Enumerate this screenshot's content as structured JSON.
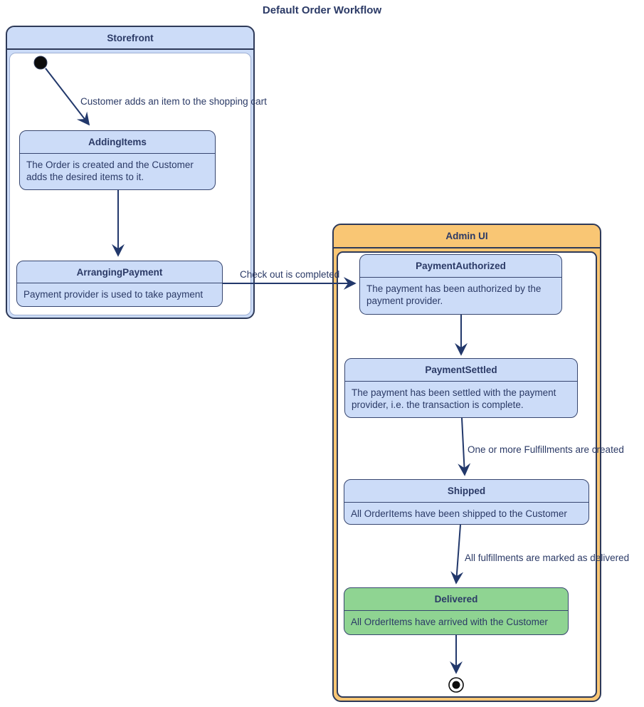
{
  "title": "Default Order Workflow",
  "colors": {
    "navy_text": "#2b3a66",
    "container_border": "#2e3a59",
    "state_border": "#37466f",
    "state_fill_blue": "#ccdcf8",
    "container_fill_blue": "#ccdcf8",
    "container_fill_orange": "#f9c674",
    "state_fill_green": "#8fd492",
    "arrow": "#22386b",
    "background": "#ffffff"
  },
  "containers": {
    "storefront": {
      "label": "Storefront"
    },
    "admin_ui": {
      "label": "Admin UI"
    }
  },
  "states": {
    "adding_items": {
      "name": "AddingItems",
      "description": "The Order is created and the Customer adds the desired items to it."
    },
    "arranging_payment": {
      "name": "ArrangingPayment",
      "description": "Payment provider is used to take payment"
    },
    "payment_authorized": {
      "name": "PaymentAuthorized",
      "description": "The payment has been authorized by the payment provider."
    },
    "payment_settled": {
      "name": "PaymentSettled",
      "description": "The payment has been settled with the payment provider, i.e. the transaction is complete."
    },
    "shipped": {
      "name": "Shipped",
      "description": "All OrderItems have been shipped to the Customer"
    },
    "delivered": {
      "name": "Delivered",
      "description": "All OrderItems have arrived with the Customer"
    }
  },
  "transitions": [
    {
      "from": "initial",
      "to": "AddingItems",
      "label": "Customer adds an item to the shopping cart"
    },
    {
      "from": "AddingItems",
      "to": "ArrangingPayment",
      "label": ""
    },
    {
      "from": "ArrangingPayment",
      "to": "PaymentAuthorized",
      "label": "Check out is completed"
    },
    {
      "from": "PaymentAuthorized",
      "to": "PaymentSettled",
      "label": ""
    },
    {
      "from": "PaymentSettled",
      "to": "Shipped",
      "label": "One or more Fulfillments are created"
    },
    {
      "from": "Shipped",
      "to": "Delivered",
      "label": "All fulfillments are marked as delivered"
    },
    {
      "from": "Delivered",
      "to": "final",
      "label": ""
    }
  ]
}
